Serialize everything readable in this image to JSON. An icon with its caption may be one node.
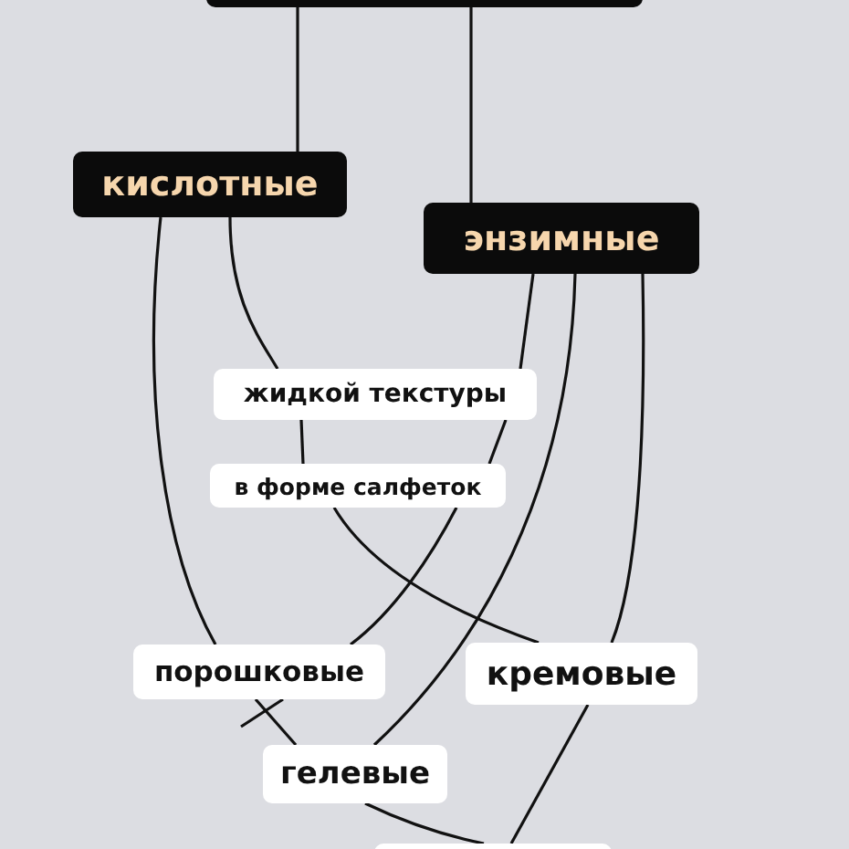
{
  "diagram": {
    "nodes": [
      {
        "text": [],
        "shape": "box"
      },
      {
        "text": [
          "кислотные"
        ]
      },
      {
        "text": [
          "энзимные"
        ]
      },
      {
        "text": [
          "жидкой текстуры"
        ]
      },
      {
        "text": [
          "в форме салфеток"
        ]
      },
      {
        "text": [
          "порошковые"
        ]
      },
      {
        "text": [
          "кремовые"
        ]
      },
      {
        "text": [
          "гелевые"
        ]
      },
      {
        "text": [],
        "shape": "box"
      }
    ],
    "edges": [
      {
        "from": 0,
        "to": 1,
        "arrow": "none"
      },
      {
        "from": 0,
        "to": 2,
        "arrow": "none"
      },
      {
        "from": 1,
        "to": 3,
        "arrow": "none"
      },
      {
        "from": 3,
        "to": 4,
        "arrow": "none"
      },
      {
        "from": 4,
        "to": 6,
        "arrow": "none"
      },
      {
        "from": 2,
        "to": 3,
        "arrow": "none"
      },
      {
        "from": 3,
        "to": 4,
        "arrow": "none"
      },
      {
        "from": 4,
        "to": 5,
        "arrow": "none"
      },
      {
        "from": 5,
        "to": null,
        "arrow": "none"
      },
      {
        "from": 1,
        "to": 5,
        "arrow": "none"
      },
      {
        "from": 5,
        "to": 7,
        "arrow": "none"
      },
      {
        "from": 2,
        "to": 7,
        "arrow": "none"
      },
      {
        "from": 2,
        "to": 6,
        "arrow": "none"
      },
      {
        "from": 6,
        "to": 8,
        "arrow": "none"
      },
      {
        "from": 7,
        "to": 8,
        "arrow": "none"
      }
    ]
  }
}
